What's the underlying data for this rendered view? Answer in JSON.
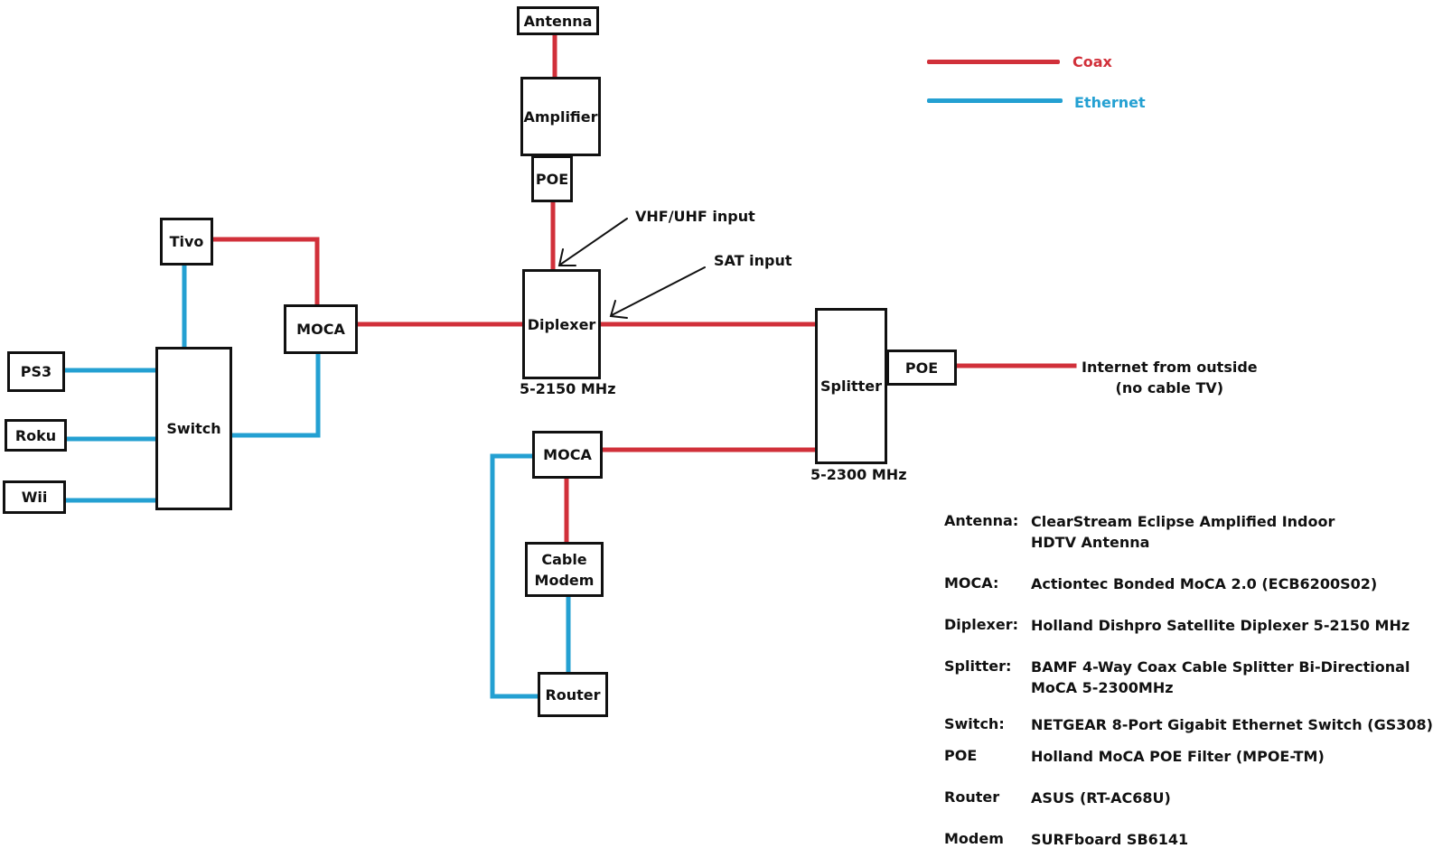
{
  "colors": {
    "coax": "#d1303a",
    "ethernet": "#24a0d2",
    "box_border": "#111111",
    "text": "#111111"
  },
  "legend": {
    "coax_label": "Coax",
    "ethernet_label": "Ethernet"
  },
  "nodes": {
    "antenna": "Antenna",
    "amplifier": "Amplifier",
    "poe_top": "POE",
    "diplexer": "Diplexer",
    "splitter": "Splitter",
    "poe_right": "POE",
    "tivo": "Tivo",
    "switch": "Switch",
    "moca_left": "MOCA",
    "ps3": "PS3",
    "roku": "Roku",
    "wii": "Wii",
    "moca_bottom": "MOCA",
    "cable_modem_line1": "Cable",
    "cable_modem_line2": "Modem",
    "router": "Router"
  },
  "labels": {
    "vhf_uhf_input": "VHF/UHF input",
    "sat_input": "SAT input",
    "diplexer_freq": "5-2150 MHz",
    "splitter_freq": "5-2300 MHz",
    "internet_line1": "Internet from outside",
    "internet_line2": "(no cable TV)"
  },
  "specs": [
    {
      "key": "Antenna:",
      "lines": [
        "ClearStream Eclipse Amplified Indoor",
        "HDTV Antenna"
      ]
    },
    {
      "key": "MOCA:",
      "lines": [
        "Actiontec Bonded MoCA 2.0 (ECB6200S02)"
      ]
    },
    {
      "key": "Diplexer:",
      "lines": [
        "Holland Dishpro Satellite Diplexer  5-2150 MHz"
      ]
    },
    {
      "key": "Splitter:",
      "lines": [
        "BAMF 4-Way Coax Cable Splitter Bi-Directional",
        "MoCA 5-2300MHz"
      ]
    },
    {
      "key": "Switch:",
      "lines": [
        "NETGEAR 8-Port Gigabit Ethernet Switch (GS308)"
      ]
    },
    {
      "key": "POE",
      "lines": [
        "Holland MoCA POE Filter (MPOE-TM)"
      ]
    },
    {
      "key": "Router",
      "lines": [
        "ASUS (RT-AC68U)"
      ]
    },
    {
      "key": "Modem",
      "lines": [
        "SURFboard SB6141"
      ]
    }
  ]
}
